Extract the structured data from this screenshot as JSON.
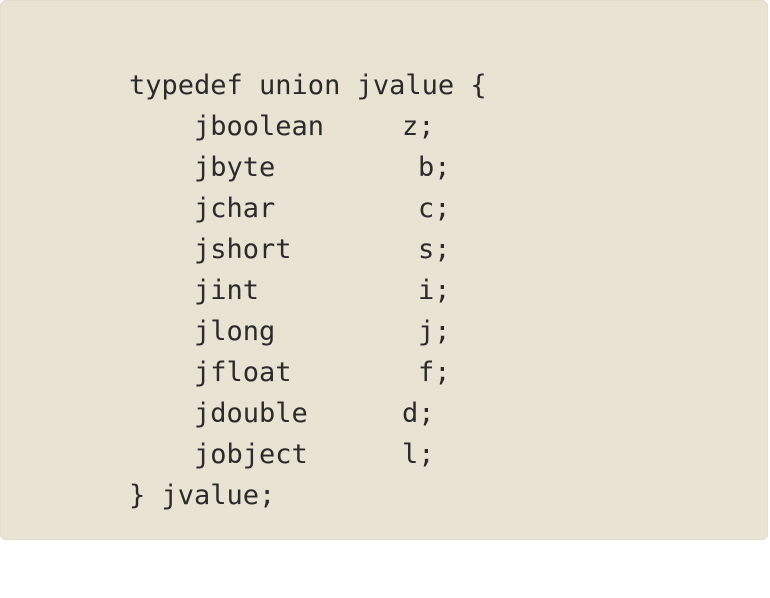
{
  "code": {
    "open_line": "typedef union jvalue {",
    "close_line": "} jvalue;",
    "members": [
      {
        "type": "jboolean",
        "name": "z;"
      },
      {
        "type": "jbyte",
        "name": "b;"
      },
      {
        "type": "jchar",
        "name": "c;"
      },
      {
        "type": "jshort",
        "name": "s;"
      },
      {
        "type": "jint",
        "name": "i;"
      },
      {
        "type": "jlong",
        "name": "j;"
      },
      {
        "type": "jfloat",
        "name": "f;"
      },
      {
        "type": "jdouble",
        "name": "d;"
      },
      {
        "type": "jobject",
        "name": "l;"
      }
    ]
  },
  "colors": {
    "panel_background": "#e9e3d3",
    "text": "#2b2b2b"
  }
}
